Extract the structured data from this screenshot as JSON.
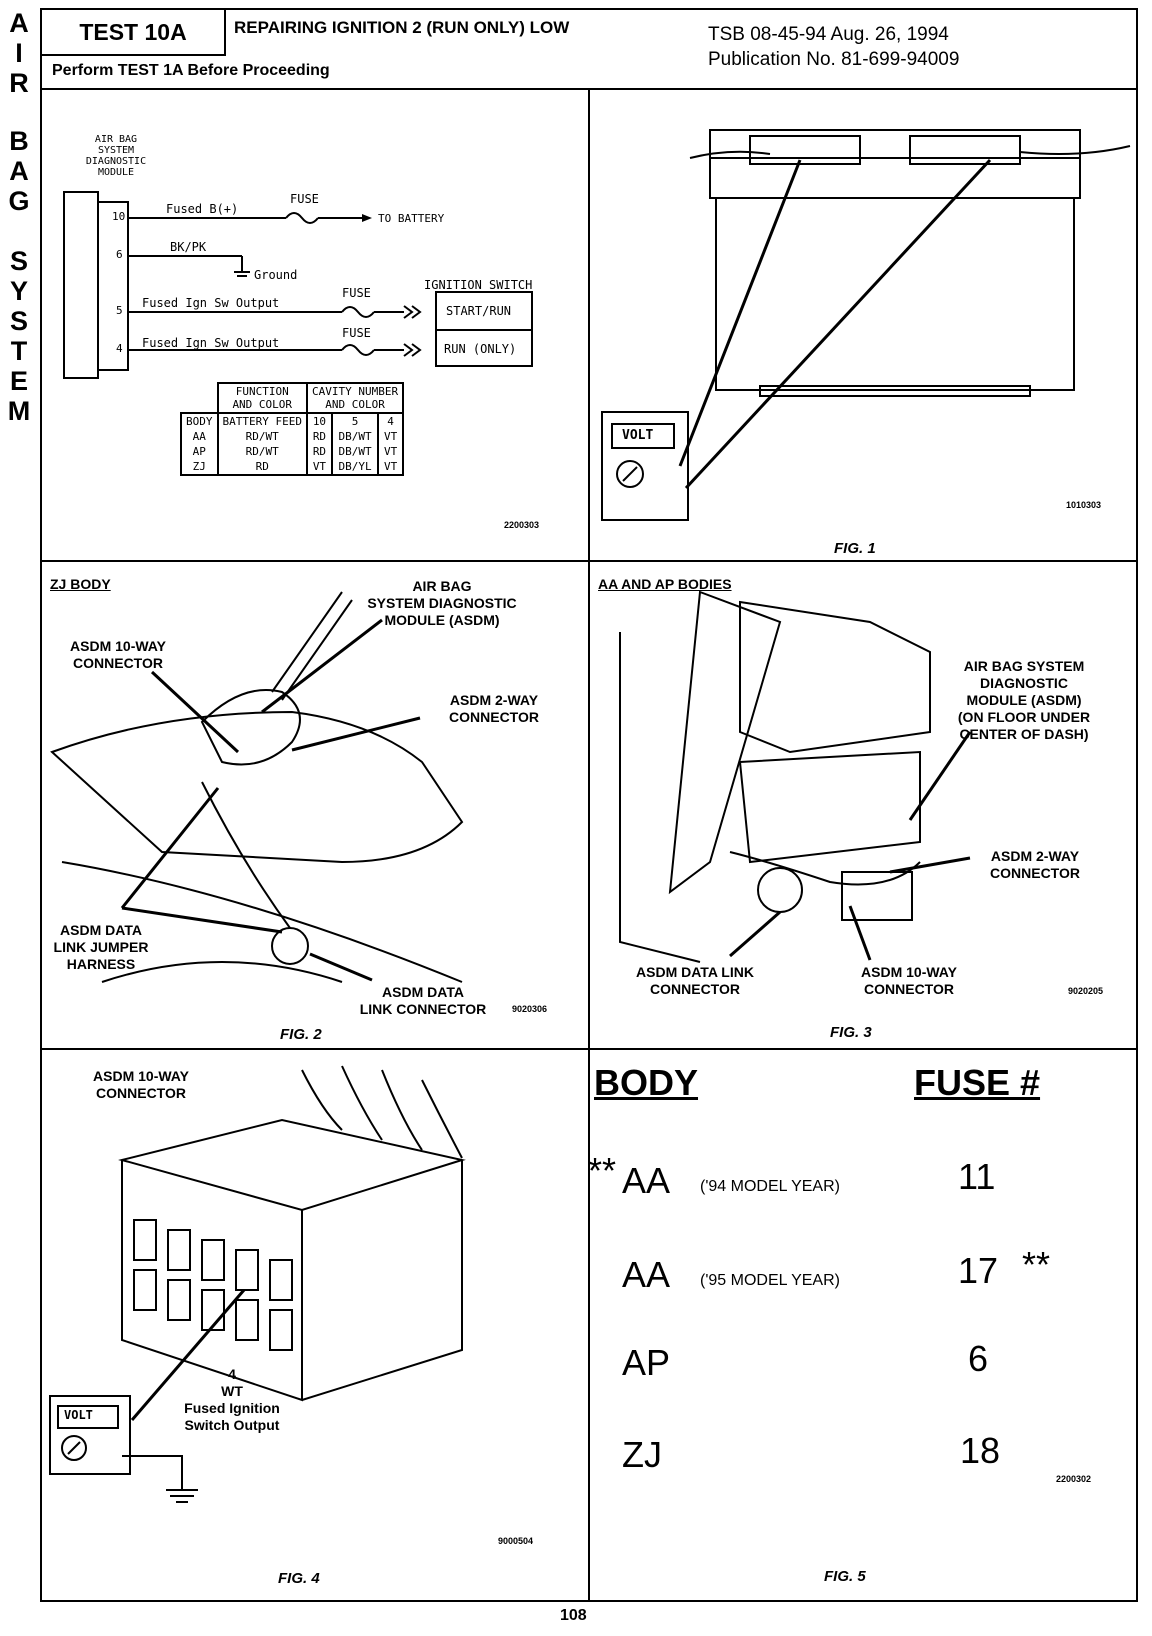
{
  "side_title": [
    "A",
    "I",
    "R",
    "B",
    "A",
    "G",
    "S",
    "Y",
    "S",
    "T",
    "E",
    "M"
  ],
  "header": {
    "test_label": "TEST 10A",
    "title": "REPAIRING IGNITION 2 (RUN ONLY) LOW",
    "perform_note": "Perform TEST 1A Before Proceeding",
    "tsb_line": "TSB 08-45-94  Aug. 26, 1994",
    "publication": "Publication No. 81-699-94009"
  },
  "wiring": {
    "module_label": "AIR BAG\nSYSTEM\nDIAGNOSTIC\nMODULE",
    "pins": [
      "10",
      "6",
      "5",
      "4"
    ],
    "wire_10": "Fused B(+)",
    "fuse_label": "FUSE",
    "to_battery": "TO BATTERY",
    "wire_6": "BK/PK",
    "ground": "Ground",
    "wire_5": "Fused Ign Sw Output",
    "wire_4": "Fused Ign Sw Output",
    "ignition_switch": "IGNITION SWITCH",
    "start_run": "START/RUN",
    "run_only": "RUN (ONLY)",
    "code": "2200303",
    "table": {
      "col_function": "FUNCTION\nAND COLOR",
      "col_cavity": "CAVITY NUMBER\nAND COLOR",
      "row_header": [
        "BODY",
        "BATTERY FEED",
        "10",
        "5",
        "4"
      ],
      "rows": [
        [
          "AA",
          "RD/WT",
          "RD",
          "DB/WT",
          "VT"
        ],
        [
          "AP",
          "RD/WT",
          "RD",
          "DB/WT",
          "VT"
        ],
        [
          "ZJ",
          "RD",
          "VT",
          "DB/YL",
          "VT"
        ]
      ]
    }
  },
  "fig1": {
    "caption": "FIG. 1",
    "code": "1010303",
    "meter": "VOLT"
  },
  "fig2": {
    "caption": "FIG. 2",
    "code": "9020306",
    "title": "ZJ BODY",
    "labels": {
      "asdm": "AIR BAG\nSYSTEM DIAGNOSTIC\nMODULE (ASDM)",
      "ten_way": "ASDM 10-WAY\nCONNECTOR",
      "two_way": "ASDM 2-WAY\nCONNECTOR",
      "jumper": "ASDM DATA\nLINK JUMPER\nHARNESS",
      "data_link": "ASDM DATA\nLINK CONNECTOR"
    }
  },
  "fig3": {
    "caption": "FIG. 3",
    "code": "9020205",
    "title": "AA AND AP BODIES",
    "labels": {
      "asdm": "AIR BAG SYSTEM\nDIAGNOSTIC\nMODULE (ASDM)\n(ON FLOOR UNDER\nCENTER OF DASH)",
      "two_way": "ASDM 2-WAY\nCONNECTOR",
      "data_link": "ASDM DATA LINK\nCONNECTOR",
      "ten_way": "ASDM 10-WAY\nCONNECTOR"
    }
  },
  "fig4": {
    "caption": "FIG. 4",
    "code": "9000504",
    "title": "ASDM 10-WAY\nCONNECTOR",
    "pin_label": "4\nWT\nFused Ignition\nSwitch Output",
    "meter": "VOLT"
  },
  "fig5": {
    "caption": "FIG. 5",
    "code": "2200302",
    "col_body": "BODY",
    "col_fuse": "FUSE #",
    "rows": [
      {
        "prefix": "**",
        "body": "AA",
        "year": "('94 MODEL YEAR)",
        "fuse": "11",
        "suffix": ""
      },
      {
        "prefix": "",
        "body": "AA",
        "year": "('95 MODEL YEAR)",
        "fuse": "17",
        "suffix": "**"
      },
      {
        "prefix": "",
        "body": "AP",
        "year": "",
        "fuse": "6",
        "suffix": ""
      },
      {
        "prefix": "",
        "body": "ZJ",
        "year": "",
        "fuse": "18",
        "suffix": ""
      }
    ]
  },
  "page_number": "108"
}
